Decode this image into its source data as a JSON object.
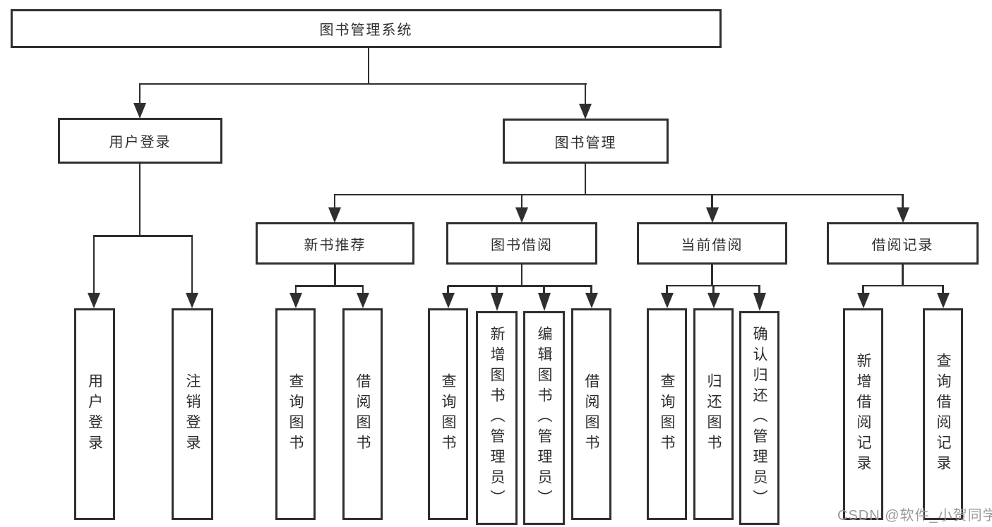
{
  "nodes": {
    "root": "图书管理系统",
    "user_login": "用户登录",
    "book_mgmt": "图书管理",
    "new_book": "新书推荐",
    "book_borrow": "图书借阅",
    "current_borrow": "当前借阅",
    "borrow_record": "借阅记录"
  },
  "leaves": {
    "user_login": [
      "用户登录",
      "注销登录"
    ],
    "new_book": [
      "查询图书",
      "借阅图书"
    ],
    "book_borrow": [
      "查询图书",
      "新增图书（管理员）",
      "编辑图书（管理员）",
      "借阅图书"
    ],
    "current_borrow": [
      "查询图书",
      "归还图书",
      "确认归还（管理员）"
    ],
    "borrow_record": [
      "新增借阅记录",
      "查询借阅记录"
    ]
  },
  "watermark": "CSDN @软件_小贺同学",
  "colors": {
    "line": "#2f2f2f",
    "text": "#2e2e2e",
    "watermark": "#9a9a9a",
    "background": "#ffffff"
  }
}
